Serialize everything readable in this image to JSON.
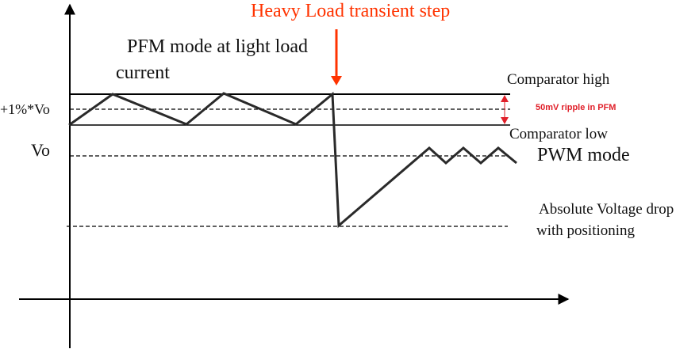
{
  "diagram": {
    "title": "Heavy Load transient step",
    "labels": {
      "heavy_load": "Heavy Load transient step",
      "pfm_line1": "PFM mode at light load",
      "pfm_line2": "current",
      "plus_one_percent": "+1%*Vo",
      "vo": "Vo",
      "comparator_high": "Comparator high",
      "comparator_low": "Comparator low",
      "ripple": "50mV ripple in PFM",
      "pwm_mode": "PWM mode",
      "abs_drop_line1": "Absolute Voltage drop",
      "abs_drop_line2": "with positioning"
    },
    "colors": {
      "accent": "#ff3300",
      "ripple": "#e0202a",
      "waveform": "#2a2a2a",
      "axis": "#000000"
    }
  }
}
